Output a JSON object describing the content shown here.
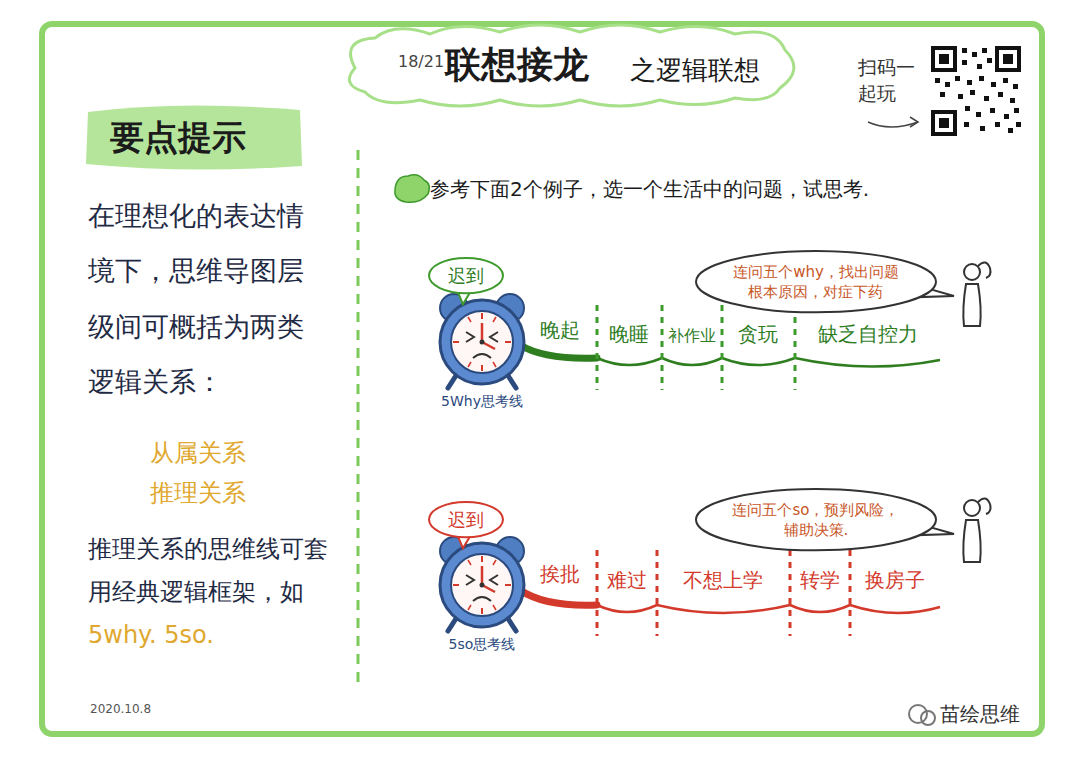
{
  "diagram": {
    "title": "联想接龙",
    "nodes": [
      {
        "text": [
          "迟到"
        ]
      },
      {
        "text": [
          "连问五个why，找出问题根本原因，对症下药"
        ]
      },
      {
        "text": [
          "迟到"
        ]
      },
      {
        "text": [
          "连问五个so，预判风险，辅助决策."
        ]
      }
    ],
    "labels": [
      "18/21",
      "之逻辑联想",
      "扫码一起玩",
      "要点提示",
      "在理想化的表达情境下，思维导图层级间可概括为两类逻辑关系：",
      "从属关系",
      "推理关系",
      "推理关系的思维线可套用经典逻辑框架，如",
      "5why. 5so.",
      "参考下面2个例子，选一个生活中的问题，试思考.",
      "5Why思考线",
      "晚起",
      "晚睡",
      "补作业",
      "贪玩",
      "缺乏自控力",
      "5so思考线",
      "挨批",
      "难过",
      "不想上学",
      "转学",
      "换房子",
      "2020.10.8",
      "苗绘思维"
    ]
  }
}
